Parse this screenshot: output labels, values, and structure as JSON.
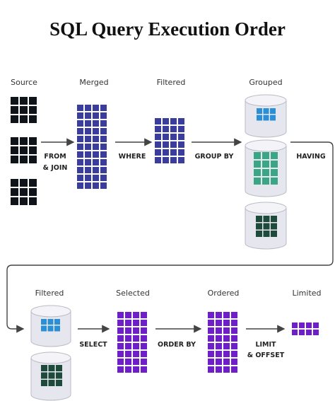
{
  "title": "SQL Query Execution Order",
  "stages_row1": [
    "Source",
    "Merged",
    "Filtered",
    "Grouped"
  ],
  "stages_row2": [
    "Filtered",
    "Selected",
    "Ordered",
    "Limited"
  ],
  "operations": {
    "from_join": [
      "FROM",
      "& JOIN"
    ],
    "where": "WHERE",
    "group_by": "GROUP BY",
    "having": "HAVING",
    "select": "SELECT",
    "order_by": "ORDER BY",
    "limit_offset": [
      "LIMIT",
      "& OFFSET"
    ]
  },
  "colors": {
    "source": "#0e1419",
    "merged": "#3a3d9c",
    "group_blue": "#2b8fd6",
    "group_teal": "#3aa686",
    "group_dark": "#1d4a3b",
    "selected": "#6f1fc9",
    "arrow": "#444444"
  }
}
